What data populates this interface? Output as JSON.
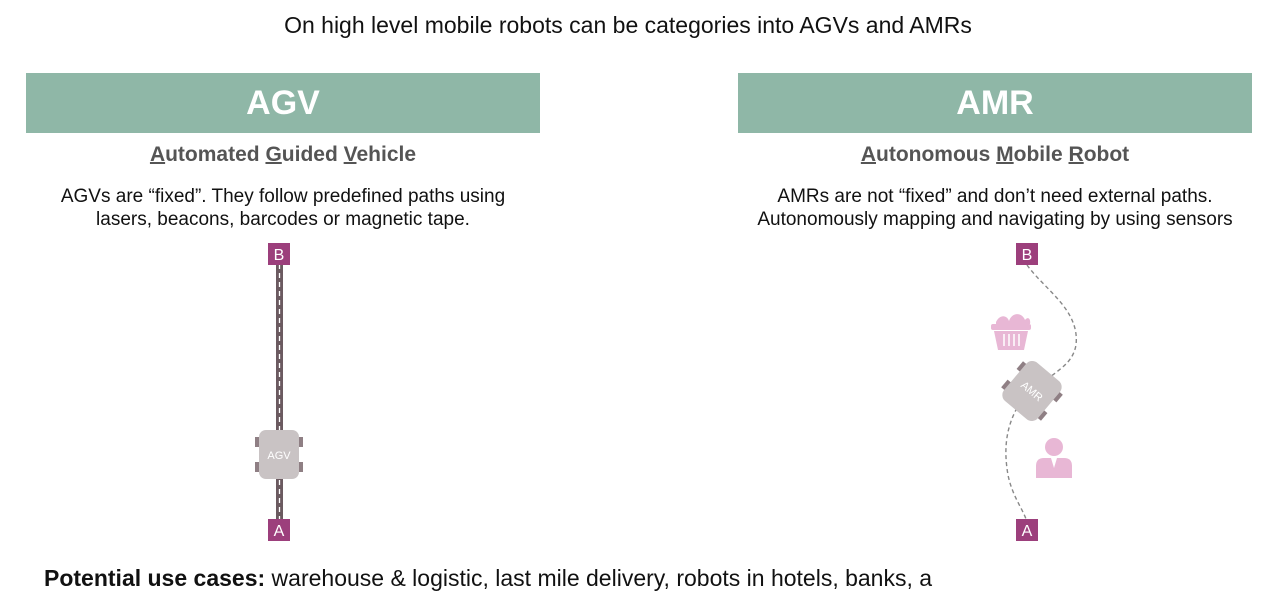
{
  "title": "On high level mobile robots can be categories into AGVs and AMRs",
  "agv": {
    "heading": "AGV",
    "full_name": {
      "w1_initial": "A",
      "w1_rest": "utomated",
      "w2_initial": "G",
      "w2_rest": "uided",
      "w3_initial": "V",
      "w3_rest": "ehicle"
    },
    "description_lines": [
      "AGVs are “fixed”. They follow predefined paths using",
      "lasers, beacons, barcodes or magnetic tape."
    ],
    "point_start": "A",
    "point_end": "B",
    "vehicle_label": "AGV"
  },
  "amr": {
    "heading": "AMR",
    "full_name": {
      "w1_initial": "A",
      "w1_rest": "utonomous",
      "w2_initial": "M",
      "w2_rest": "obile",
      "w3_initial": "R",
      "w3_rest": "obot"
    },
    "description_lines": [
      "AMRs are not “fixed” and don’t need external paths.",
      "Autonomously mapping and navigating by using sensors"
    ],
    "point_start": "A",
    "point_end": "B",
    "vehicle_label": "AMR"
  },
  "footer": {
    "label": "Potential use cases:",
    "text": " warehouse & logistic, last mile delivery, robots in hotels, banks, a"
  },
  "colors": {
    "banner": "#8fb7a7",
    "marker": "#9c3f7c",
    "vehicle": "#c9c3c4",
    "obstacle": "#e8b7d5",
    "track": "#6b5a60"
  },
  "icons": {
    "obstacle_1": "basket-icon",
    "obstacle_2": "person-icon"
  }
}
